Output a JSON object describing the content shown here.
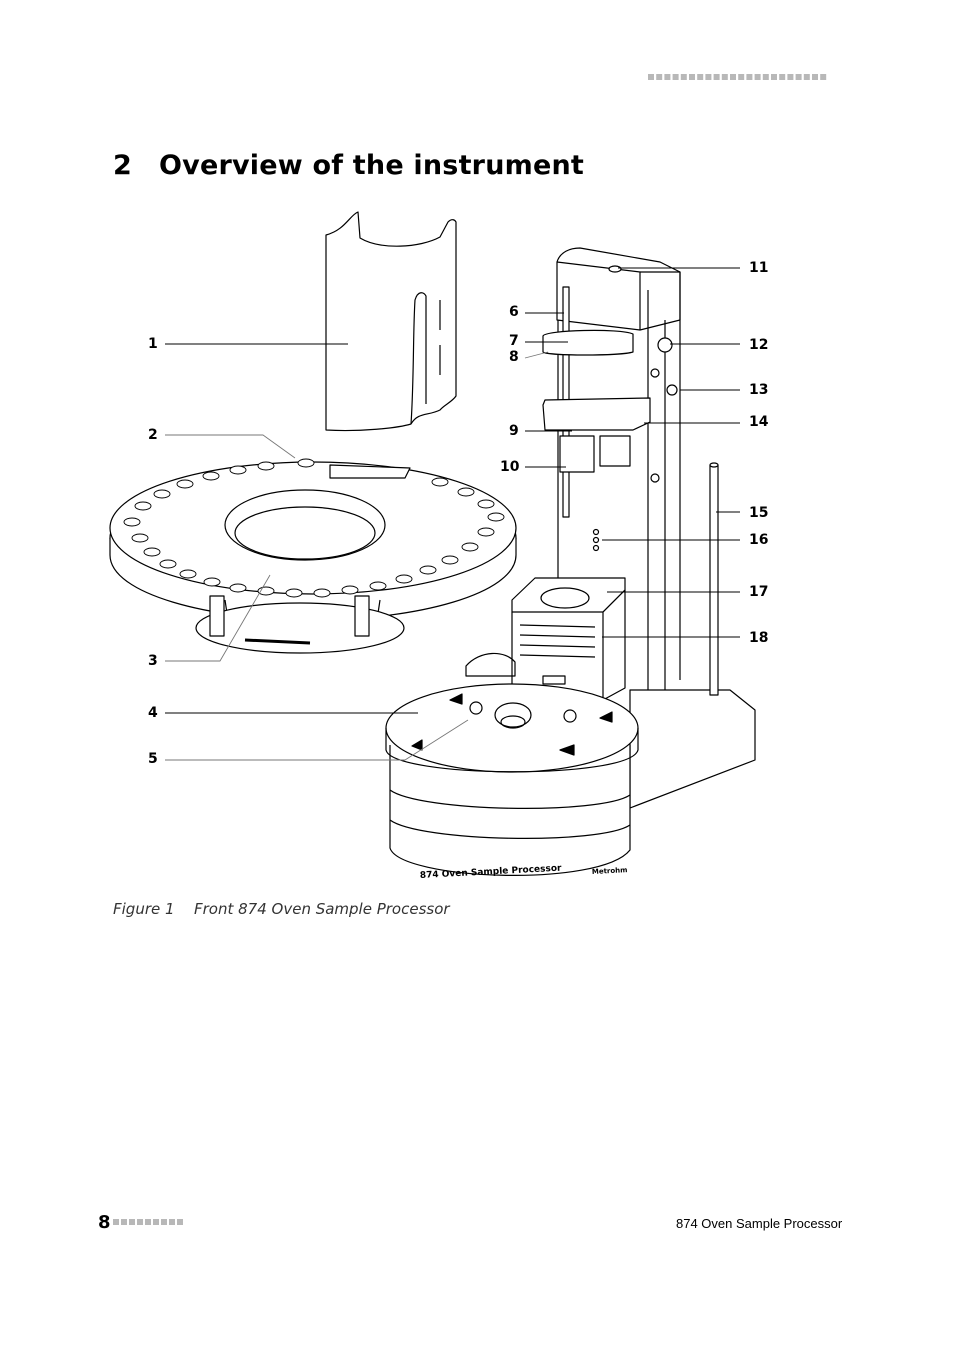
{
  "chapter": {
    "number": "2",
    "title": "Overview of the instrument"
  },
  "figure": {
    "label": "Figure 1",
    "caption": "Front 874 Oven Sample Processor",
    "device_label": "874 Oven Sample Processor",
    "brand_label": "Metrohm",
    "callouts": [
      "1",
      "2",
      "3",
      "4",
      "5",
      "6",
      "7",
      "8",
      "9",
      "10",
      "11",
      "12",
      "13",
      "14",
      "15",
      "16",
      "17",
      "18"
    ]
  },
  "footer": {
    "page_number": "8",
    "document_title": "874 Oven Sample Processor"
  },
  "colors": {
    "text": "#000000",
    "dots": "#b8b8b8",
    "leader_lines": "#000000",
    "drawing": "#000000"
  }
}
